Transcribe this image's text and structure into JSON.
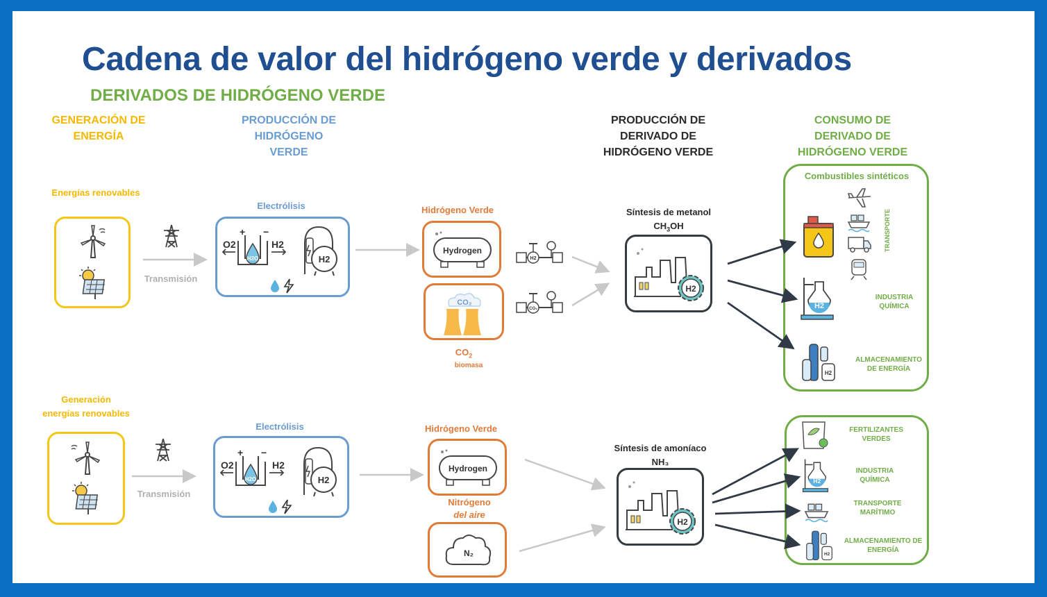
{
  "title": "Cadena de valor del hidrógeno verde y derivados",
  "subtitle": "DERIVADOS DE HIDRÓGENO VERDE",
  "columns": {
    "generation": [
      "GENERACIÓN DE",
      "ENERGÍA"
    ],
    "production": [
      "PRODUCCIÓN DE",
      "HIDRÓGENO",
      "VERDE"
    ],
    "derivative": [
      "PRODUCCIÓN DE",
      "DERIVADO DE",
      "HIDRÓGENO VERDE"
    ],
    "consumption": [
      "CONSUMO DE",
      "DERIVADO DE",
      "HIDRÓGENO VERDE"
    ]
  },
  "row1": {
    "energy_label": "Energías renovables",
    "transmission": "Transmisión",
    "electrolysis": "Electrólisis",
    "h2_label": "Hidrógeno Verde",
    "tank_text": "Hydrogen",
    "co2_cloud": "CO₂",
    "co2_label": "CO",
    "co2_sub": "2",
    "co2_biomass": "biomasa",
    "synthesis_label": "Síntesis de metanol",
    "formula_a": "CH",
    "formula_sub": "3",
    "formula_b": "OH",
    "consumption_title": "Combustibles sintéticos",
    "uses": {
      "transport": "TRANSPORTE",
      "chem": [
        "INDUSTRIA",
        "QUÍMICA"
      ],
      "storage": [
        "ALMACENAMIENTO",
        "DE ENERGÍA"
      ]
    }
  },
  "row2": {
    "energy_label": [
      "Generación",
      "energías renovables"
    ],
    "transmission": "Transmisión",
    "electrolysis": "Electrólisis",
    "h2_label": "Hidrógeno Verde",
    "tank_text": "Hydrogen",
    "n2_label": "Nitrógeno",
    "n2_sub": "del aire",
    "n2_cloud": "N₂",
    "synthesis_label": "Síntesis de amoníaco",
    "formula": "NH₃",
    "uses": {
      "fert": [
        "FERTILIZANTES",
        "VERDES"
      ],
      "chem": [
        "INDUSTRIA",
        "QUÍMICA"
      ],
      "maritime": [
        "TRANSPORTE",
        "MARÍTIMO"
      ],
      "storage": [
        "ALMACENAMIENTO DE",
        "ENERGÍA"
      ]
    }
  },
  "icon_labels": {
    "h2": "H2",
    "o2": "O2",
    "h2o": "H2O",
    "plus": "+",
    "minus": "−",
    "co2_small": "CO₂"
  },
  "colors": {
    "frame": "#0a6fc2",
    "title": "#1f4e91",
    "green": "#70ad47",
    "yellow": "#f5c518",
    "blue": "#6a9bd1",
    "orange": "#e07b39",
    "dark": "#333a40",
    "grey_arrow": "#c8c8c8",
    "dark_arrow": "#2f3a46"
  },
  "icons": [
    "wind-turbine-icon",
    "solar-panel-icon",
    "power-tower-icon",
    "electrolyzer-icon",
    "water-drop-icon",
    "lightning-icon",
    "hydrogen-tank-icon",
    "co2-plant-icon",
    "valve-icon",
    "factory-icon",
    "gear-icon",
    "fuel-can-icon",
    "airplane-icon",
    "ship-icon",
    "truck-icon",
    "train-icon",
    "lab-flask-icon",
    "gas-cylinders-icon",
    "fertilizer-bag-icon",
    "cloud-icon"
  ]
}
